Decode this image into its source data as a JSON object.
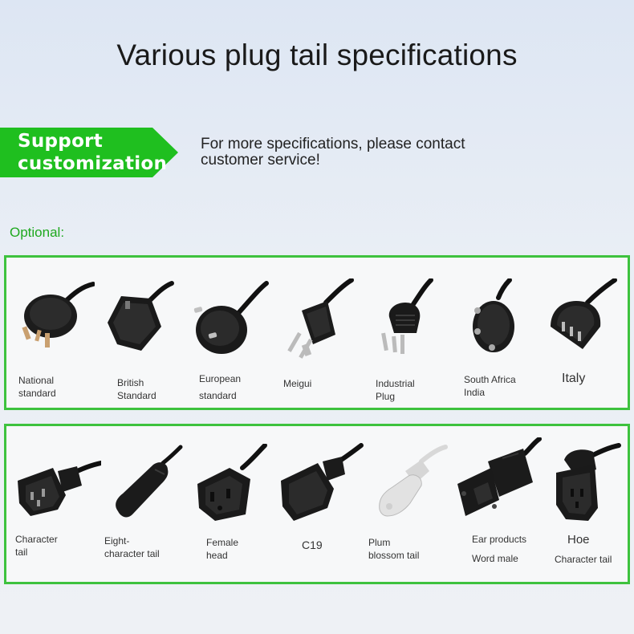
{
  "title": "Various plug tail specifications",
  "banner": {
    "line1": "Support",
    "line2": "customization",
    "color": "#1fbf1f"
  },
  "contact": {
    "line1": "For more specifications, please contact",
    "line2": "customer service!"
  },
  "optional_label": "Optional:",
  "accent_color": "#3ec23e",
  "plugs": [
    {
      "line1": "National",
      "line2": "standard",
      "icon": "national-standard-plug-icon"
    },
    {
      "line1": "British",
      "line2": "Standard",
      "icon": "british-standard-plug-icon"
    },
    {
      "line1": "European",
      "line2": "standard",
      "icon": "european-standard-plug-icon"
    },
    {
      "line1": "Meigui",
      "line2": "",
      "icon": "meigui-plug-icon"
    },
    {
      "line1": "Industrial",
      "line2": "Plug",
      "icon": "industrial-plug-icon"
    },
    {
      "line1": "South Africa",
      "line2": "India",
      "icon": "south-africa-india-plug-icon"
    },
    {
      "line1": "Italy",
      "line2": "",
      "icon": "italy-plug-icon"
    }
  ],
  "tails": [
    {
      "line1": "Character",
      "line2": "tail",
      "icon": "character-tail-connector-icon"
    },
    {
      "line1": "Eight-",
      "line2": "character tail",
      "icon": "eight-character-tail-connector-icon"
    },
    {
      "line1": "Female",
      "line2": "head",
      "icon": "female-head-connector-icon"
    },
    {
      "line1": "C19",
      "line2": "",
      "icon": "c19-connector-icon"
    },
    {
      "line1": "Plum",
      "line2": "blossom tail",
      "icon": "plum-blossom-tail-connector-icon"
    },
    {
      "line1": "Ear products",
      "line2": "Word male",
      "icon": "ear-products-word-male-connector-icon"
    },
    {
      "line1": "Hoe",
      "line2": "Character tail",
      "icon": "hoe-character-tail-connector-icon"
    }
  ]
}
